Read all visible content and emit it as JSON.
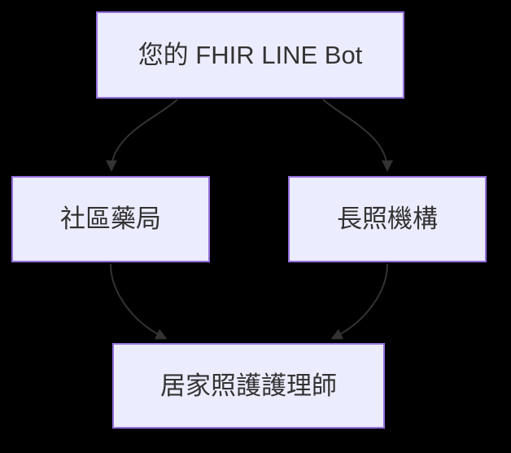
{
  "diagram": {
    "type": "flowchart",
    "direction": "top-down",
    "background_color": "#000000",
    "node_fill_color": "#ECECFF",
    "node_border_color": "#9370DB",
    "edge_color": "#333333",
    "text_color": "#333333",
    "nodes": {
      "bot": {
        "label": "您的 FHIR LINE Bot"
      },
      "pharmacy": {
        "label": "社區藥局"
      },
      "ltc": {
        "label": "長照機構"
      },
      "nurse": {
        "label": "居家照護護理師"
      }
    },
    "edges": [
      {
        "from": "您的 FHIR LINE Bot",
        "to": "社區藥局"
      },
      {
        "from": "您的 FHIR LINE Bot",
        "to": "長照機構"
      },
      {
        "from": "社區藥局",
        "to": "居家照護護理師"
      },
      {
        "from": "長照機構",
        "to": "居家照護護理師"
      }
    ]
  }
}
